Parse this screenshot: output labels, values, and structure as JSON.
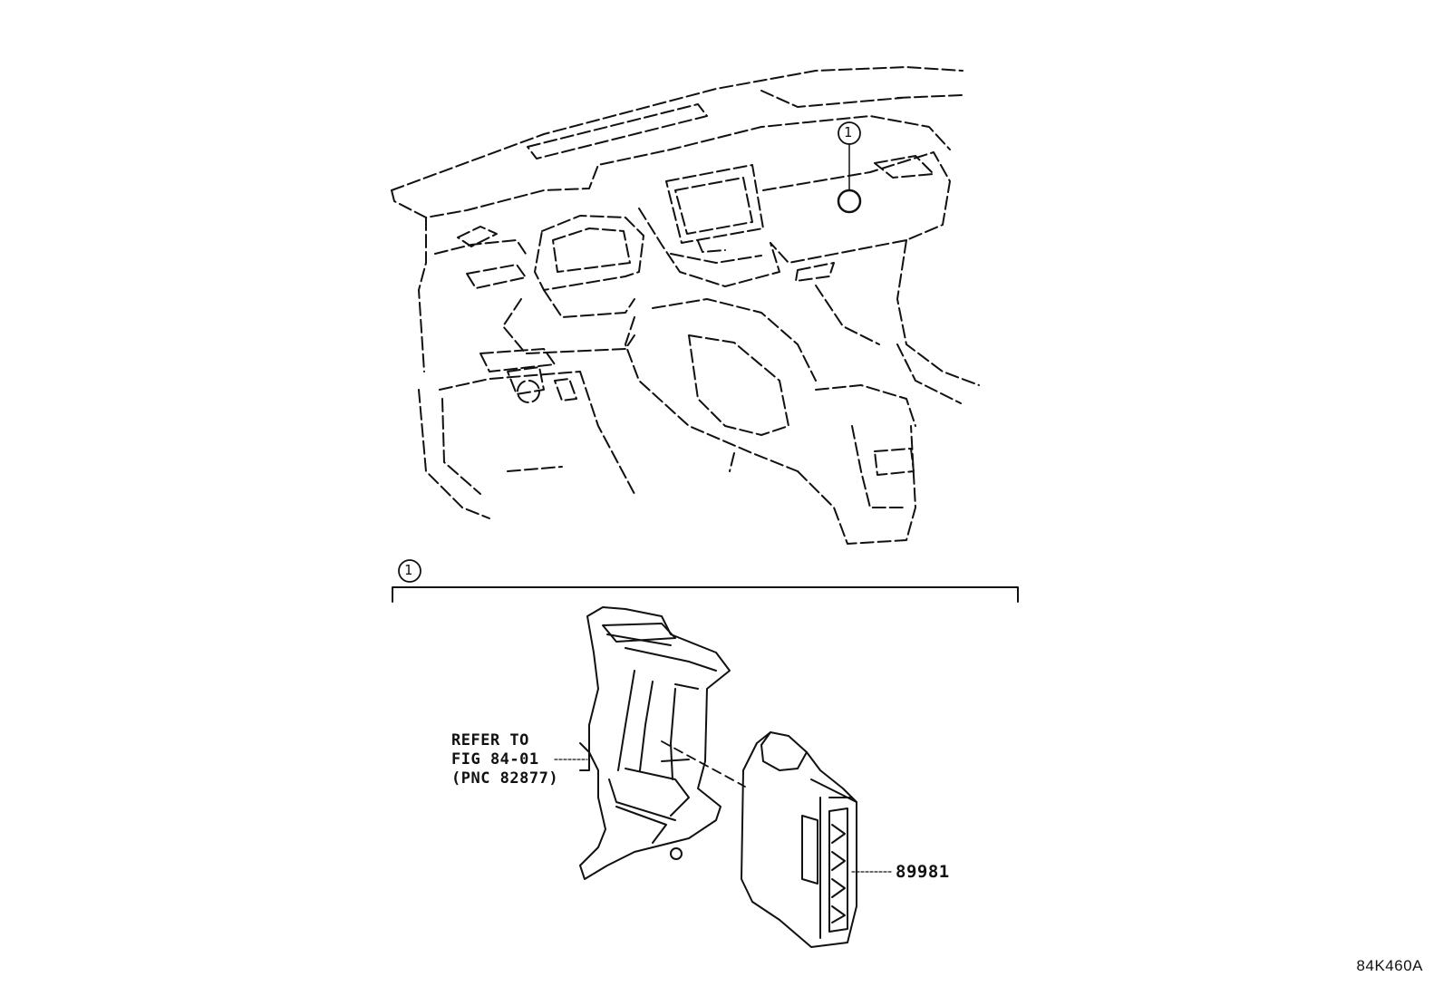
{
  "callouts": {
    "top_marker": "1",
    "group_marker": "1"
  },
  "labels": {
    "refer_line1": "REFER TO",
    "refer_line2": "FIG 84-01",
    "refer_line3": "(PNC 82877)",
    "part_number": "89981",
    "figure_code": "84K460A"
  }
}
